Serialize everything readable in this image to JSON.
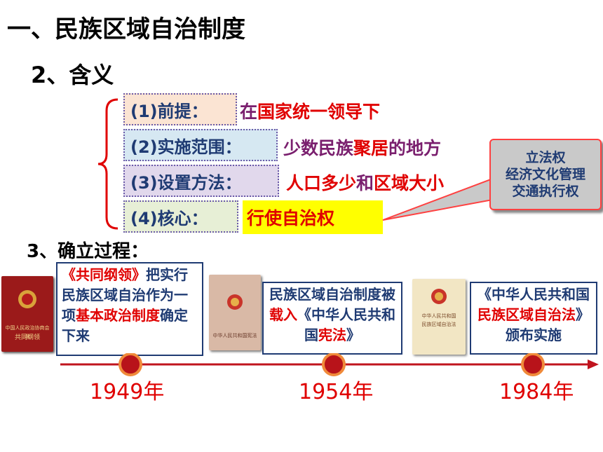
{
  "heading": {
    "title": "一、民族区域自治制度",
    "subtitle": "2、含义"
  },
  "meaning": {
    "items": [
      {
        "label": "(1)前提：",
        "value_parts": [
          {
            "text": "在",
            "style": "purple"
          },
          {
            "text": "国家统一领导下",
            "style": "red"
          }
        ]
      },
      {
        "label": "(2)实施范围：",
        "value_parts": [
          {
            "text": "少数民族",
            "style": "purple"
          },
          {
            "text": "聚居",
            "style": "red"
          },
          {
            "text": "的地方",
            "style": "purple"
          }
        ]
      },
      {
        "label": "(3)设置方法：",
        "value_parts": [
          {
            "text": "人口多少",
            "style": "red"
          },
          {
            "text": "和",
            "style": "purple"
          },
          {
            "text": "区域大小",
            "style": "red"
          }
        ]
      },
      {
        "label": "(4)核心：",
        "value_parts": [
          {
            "text": "行使自治权",
            "style": "red"
          }
        ]
      }
    ]
  },
  "callout": {
    "lines": [
      "立法权",
      "经济文化管理",
      "交通执行权"
    ]
  },
  "process": {
    "label": "3、确立过程：",
    "events": [
      {
        "year": "1949年",
        "parts": [
          {
            "text": "《共同纲领》",
            "style": "red"
          },
          {
            "text": "把实行民族区域自治作为一项",
            "style": "blue"
          },
          {
            "text": "基本政治制度",
            "style": "red"
          },
          {
            "text": "确定下来",
            "style": "blue"
          }
        ]
      },
      {
        "year": "1954年",
        "parts": [
          {
            "text": "民族区域自治制度被",
            "style": "blue"
          },
          {
            "text": "载入",
            "style": "red"
          },
          {
            "text": "《中华人民共和国",
            "style": "blue"
          },
          {
            "text": "宪法",
            "style": "red"
          },
          {
            "text": "》",
            "style": "blue"
          }
        ]
      },
      {
        "year": "1984年",
        "parts": [
          {
            "text": "《中华人民共和国",
            "style": "blue"
          },
          {
            "text": "民族区域自治法",
            "style": "red"
          },
          {
            "text": "》颁布实施",
            "style": "blue"
          }
        ]
      }
    ]
  },
  "books": [
    {
      "cover_text": [
        "中国人民政治协商会议",
        "共同纲领"
      ],
      "color": "#9b1a1a"
    },
    {
      "cover_text": [
        "中华人民共和国宪法"
      ],
      "color": "#d9b9a6"
    },
    {
      "cover_text": [
        "中华人民共和国",
        "民族区域自治法"
      ],
      "color": "#f2e6c4"
    }
  ],
  "colors": {
    "accent_red": "#e00000",
    "text_blue": "#1f3b73",
    "timeline_red": "#c0141e",
    "timeline_dot": "#b8131a"
  }
}
